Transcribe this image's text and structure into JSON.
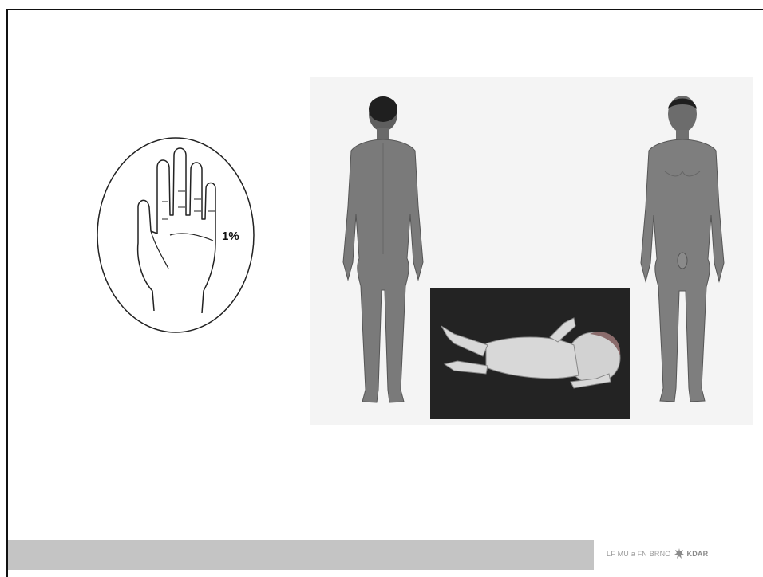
{
  "hand_figure": {
    "percent_label": "1%",
    "icon": "palm-hand-icon"
  },
  "figures": {
    "adult_back": "adult-back-view-figure",
    "adult_front": "adult-front-view-figure",
    "infant": "infant-lying-figure"
  },
  "footer": {
    "institution": "LF MU a FN BRNO",
    "logo_icon": "kdar-logo-icon",
    "logo_text": "KDAR"
  }
}
